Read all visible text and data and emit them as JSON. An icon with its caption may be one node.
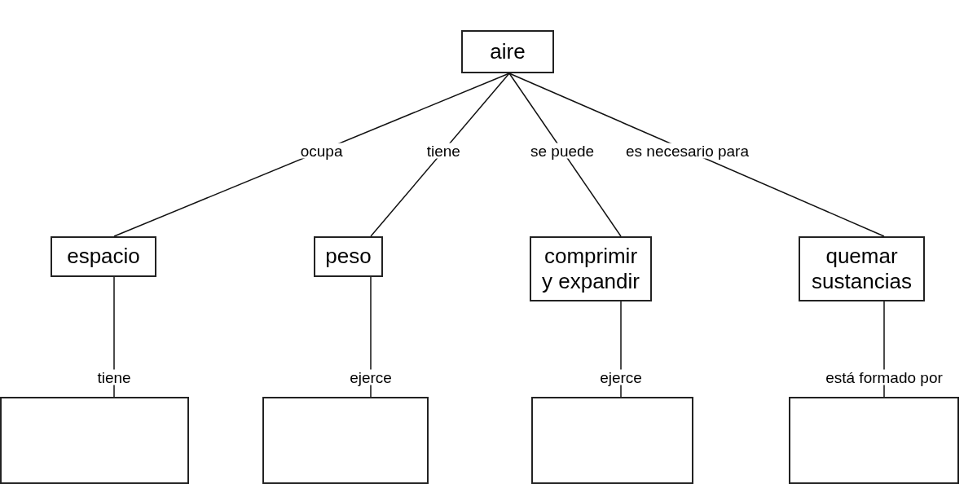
{
  "diagram": {
    "nodes": [
      {
        "text": [
          "aire"
        ]
      },
      {
        "text": [
          "espacio"
        ]
      },
      {
        "text": [
          "peso"
        ]
      },
      {
        "text": [
          "comprimir y expandir"
        ]
      },
      {
        "text": [
          "quemar sustancias"
        ]
      },
      {
        "text": [],
        "shape": "box"
      },
      {
        "text": [],
        "shape": "box"
      },
      {
        "text": [],
        "shape": "box"
      },
      {
        "text": [],
        "shape": "box"
      }
    ],
    "edges": [
      {
        "from": 0,
        "to": 1,
        "arrow": "none",
        "label": "ocupa"
      },
      {
        "from": 0,
        "to": 2,
        "arrow": "none",
        "label": "tiene"
      },
      {
        "from": 0,
        "to": 3,
        "arrow": "none",
        "label": "se puede"
      },
      {
        "from": 0,
        "to": 4,
        "arrow": "none",
        "label": "es necesario para"
      },
      {
        "from": 1,
        "to": 5,
        "arrow": "none",
        "label": "tiene"
      },
      {
        "from": 2,
        "to": 6,
        "arrow": "none",
        "label": "ejerce"
      },
      {
        "from": 3,
        "to": 7,
        "arrow": "none",
        "label": "ejerce"
      },
      {
        "from": 4,
        "to": 8,
        "arrow": "none",
        "label": "está formado por"
      }
    ]
  }
}
